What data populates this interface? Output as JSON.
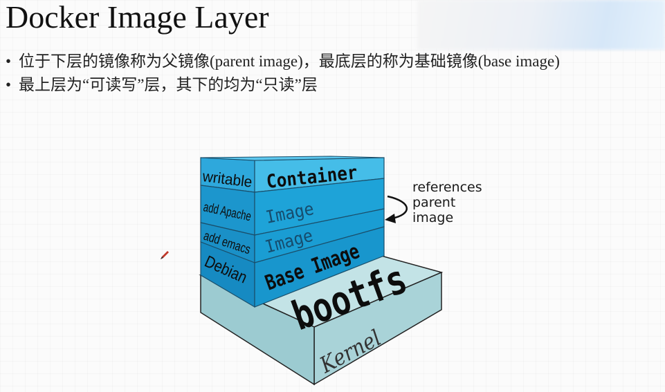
{
  "title": "Docker Image Layer",
  "bullets": [
    "位于下层的镜像称为父镜像(parent image)，最底层的称为基础镜像(base image)",
    "最上层为“可读写”层，其下的均为“只读”层"
  ],
  "diagram": {
    "layers": [
      {
        "side": "writable",
        "front": "Container"
      },
      {
        "side": "add Apache",
        "front": "Image"
      },
      {
        "side": "add emacs",
        "front": "Image"
      },
      {
        "side": "Debian",
        "front": "Base Image"
      }
    ],
    "bootfs": "bootfs",
    "kernel": "Kernel",
    "annotation": [
      "references",
      "parent",
      "image"
    ]
  },
  "colors": {
    "layer_front": "#1aa3d8",
    "layer_side": "#1c8fc6",
    "layer_top": "#5cc7ee",
    "kernel_fill": "#a9d3d8",
    "kernel_top": "#c3e3e6"
  }
}
